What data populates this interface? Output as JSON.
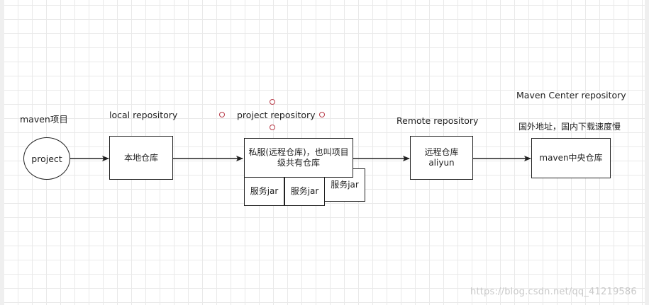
{
  "labels": {
    "maven_project": "maven项目",
    "local_repo": "local repository",
    "project_repo": "project repository",
    "remote_repo": "Remote repository",
    "maven_center": "Maven Center repository",
    "maven_center_note": "国外地址，国内下载速度慢"
  },
  "nodes": {
    "project": "project",
    "local": "本地仓库",
    "private_line1": "私服(远程仓库)，也叫项目",
    "private_line2": "级共有仓库",
    "jar1": "服务jar",
    "jar2": "服务jar",
    "jar3": "服务jar",
    "aliyun_line1": "远程仓库",
    "aliyun_line2": "aliyun",
    "central": "maven中央仓库"
  },
  "watermark": "https://blog.csdn.net/qq_41219586"
}
